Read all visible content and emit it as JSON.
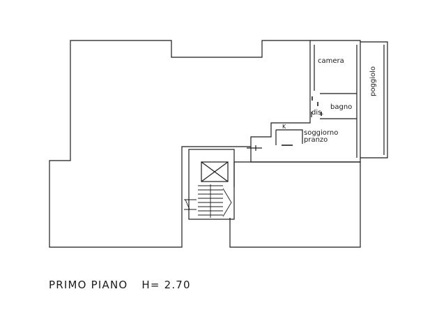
{
  "plan": {
    "rooms": {
      "camera": "camera",
      "poggiolo": "poggiolo",
      "bagno": "bagno",
      "dis": "dis.",
      "soggiorno": "soggiorno",
      "pranzo": "pranzo",
      "kitchen_mark": "K"
    }
  },
  "caption": {
    "floor": "PRIMO PIANO",
    "height": "H= 2.70"
  },
  "colors": {
    "line": "#1a1a1a",
    "background": "#ffffff"
  }
}
